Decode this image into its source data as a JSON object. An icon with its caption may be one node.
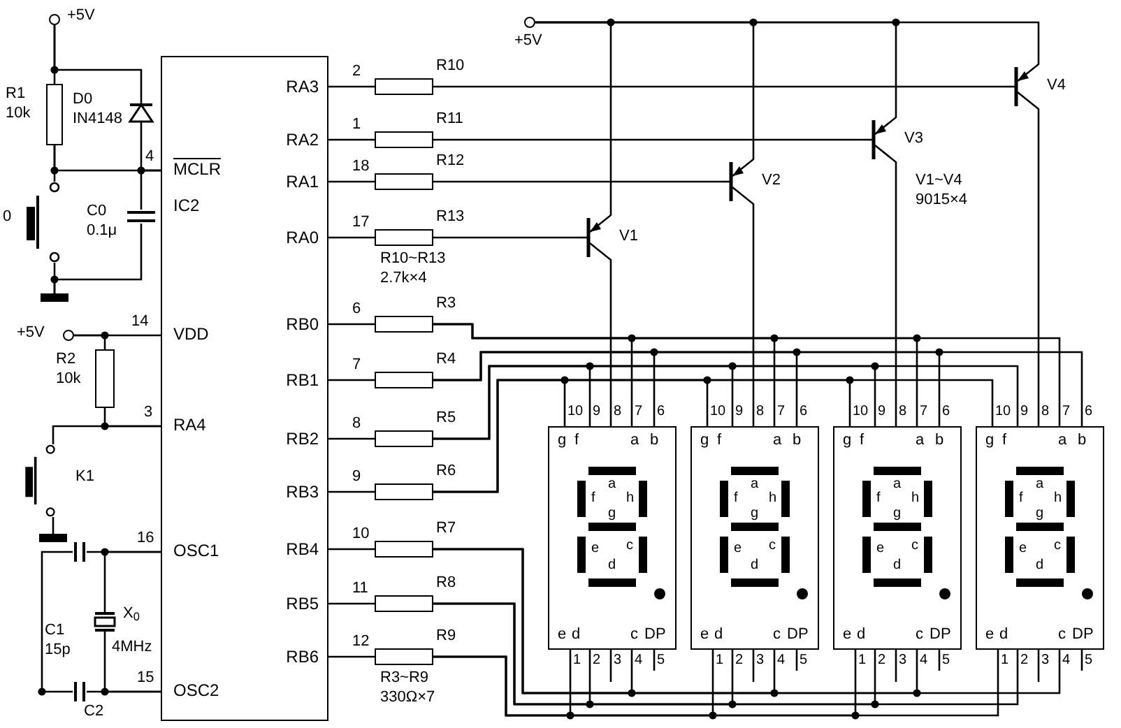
{
  "diagram": {
    "nodes": [
      {
        "text": [],
        "shape": "circle",
        "beside": [
          "+5V"
        ]
      },
      {
        "text": [],
        "shape": "resistor",
        "beside": [
          "R1",
          "10k"
        ]
      },
      {
        "text": [],
        "shape": "diode",
        "beside": [
          "D0",
          "IN4148"
        ]
      },
      {
        "text": [],
        "shape": "capacitor",
        "beside": [
          "C0",
          "0.1μ"
        ]
      },
      {
        "text": [],
        "shape": "switch",
        "beside": [
          "0"
        ]
      },
      {
        "text": [
          "MCLR",
          "IC2",
          "VDD",
          "RA4",
          "OSC1",
          "OSC2",
          "RA3",
          "RA2",
          "RA1",
          "RA0",
          "RB0",
          "RB1",
          "RB2",
          "RB3",
          "RB4",
          "RB5",
          "RB6"
        ]
      },
      {
        "text": [],
        "shape": "circle",
        "beside": [
          "+5V"
        ]
      },
      {
        "text": [],
        "shape": "resistor",
        "beside": [
          "R2",
          "10k"
        ]
      },
      {
        "text": [],
        "shape": "switch",
        "beside": [
          "K1"
        ]
      },
      {
        "text": [],
        "shape": "capacitor",
        "beside": [
          "C1",
          "15p"
        ]
      },
      {
        "text": [],
        "shape": "crystal",
        "beside": [
          "X$_{0}$",
          "4MHz"
        ]
      },
      {
        "text": [],
        "shape": "capacitor",
        "beside": [
          "C2"
        ]
      },
      {
        "text": [],
        "shape": "resistor",
        "beside": [
          "R10"
        ]
      },
      {
        "text": [],
        "shape": "resistor",
        "beside": [
          "R11"
        ]
      },
      {
        "text": [],
        "shape": "resistor",
        "beside": [
          "R12"
        ]
      },
      {
        "text": [],
        "shape": "resistor",
        "beside": [
          "R13"
        ]
      },
      {
        "text": [],
        "shape": "resistor",
        "beside": [
          "R3"
        ]
      },
      {
        "text": [],
        "shape": "resistor",
        "beside": [
          "R4"
        ]
      },
      {
        "text": [],
        "shape": "resistor",
        "beside": [
          "R5"
        ]
      },
      {
        "text": [],
        "shape": "resistor",
        "beside": [
          "R6"
        ]
      },
      {
        "text": [],
        "shape": "resistor",
        "beside": [
          "R7"
        ]
      },
      {
        "text": [],
        "shape": "resistor",
        "beside": [
          "R8"
        ]
      },
      {
        "text": [],
        "shape": "resistor",
        "beside": [
          "R9"
        ]
      },
      {
        "text": [],
        "shape": "circle",
        "beside": [
          "+5V"
        ]
      },
      {
        "text": [],
        "shape": "transistor",
        "beside": [
          "V1"
        ]
      },
      {
        "text": [],
        "shape": "transistor",
        "beside": [
          "V2"
        ]
      },
      {
        "text": [],
        "shape": "transistor",
        "beside": [
          "V3"
        ]
      },
      {
        "text": [],
        "shape": "transistor",
        "beside": [
          "V4"
        ]
      },
      {
        "text": [
          "g",
          "f",
          "a",
          "b",
          "a",
          "f",
          "h",
          "g",
          "e",
          "c",
          "d",
          "e",
          "d",
          "c",
          "DP"
        ],
        "beside": [
          "10",
          "9",
          "8",
          "7",
          "6",
          "1",
          "2",
          "3",
          "4",
          "5"
        ]
      },
      {
        "text": [
          "g",
          "f",
          "a",
          "b",
          "a",
          "f",
          "h",
          "g",
          "e",
          "c",
          "d",
          "e",
          "d",
          "c",
          "DP"
        ],
        "beside": [
          "10",
          "9",
          "8",
          "7",
          "6",
          "1",
          "2",
          "3",
          "4",
          "5"
        ]
      },
      {
        "text": [
          "g",
          "f",
          "a",
          "b",
          "a",
          "f",
          "h",
          "g",
          "e",
          "c",
          "d",
          "e",
          "d",
          "c",
          "DP"
        ],
        "beside": [
          "10",
          "9",
          "8",
          "7",
          "6",
          "1",
          "2",
          "3",
          "4",
          "5"
        ]
      },
      {
        "text": [
          "g",
          "f",
          "a",
          "b",
          "a",
          "f",
          "h",
          "g",
          "e",
          "c",
          "d",
          "e",
          "d",
          "c",
          "DP"
        ],
        "beside": [
          "10",
          "9",
          "8",
          "7",
          "6",
          "1",
          "2",
          "3",
          "4",
          "5"
        ]
      },
      {
        "text": [],
        "shape": "ground"
      },
      {
        "text": [],
        "shape": "ground"
      }
    ],
    "edges": [
      {
        "from": 0,
        "to": 1,
        "arrow": "none"
      },
      {
        "from": 0,
        "to": 2,
        "arrow": "none"
      },
      {
        "from": 1,
        "to": 5,
        "arrow": "none"
      },
      {
        "from": 2,
        "to": 5,
        "arrow": "none"
      },
      {
        "from": 3,
        "to": 5,
        "arrow": "none"
      },
      {
        "from": 1,
        "to": 4,
        "arrow": "none"
      },
      {
        "from": 4,
        "to": 32,
        "arrow": "none"
      },
      {
        "from": 3,
        "to": 32,
        "arrow": "none"
      },
      {
        "from": 6,
        "to": 5,
        "arrow": "none"
      },
      {
        "from": 6,
        "to": 7,
        "arrow": "none"
      },
      {
        "from": 7,
        "to": 5,
        "arrow": "none"
      },
      {
        "from": 8,
        "to": 5,
        "arrow": "none"
      },
      {
        "from": 8,
        "to": 33,
        "arrow": "none"
      },
      {
        "from": 9,
        "to": 5,
        "arrow": "none"
      },
      {
        "from": 10,
        "to": 5,
        "arrow": "none"
      },
      {
        "from": 10,
        "to": 5,
        "arrow": "none"
      },
      {
        "from": 11,
        "to": 5,
        "arrow": "none"
      },
      {
        "from": 9,
        "to": 11,
        "arrow": "none"
      },
      {
        "from": 5,
        "to": 12,
        "arrow": "none"
      },
      {
        "from": 5,
        "to": 13,
        "arrow": "none"
      },
      {
        "from": 5,
        "to": 14,
        "arrow": "none"
      },
      {
        "from": 5,
        "to": 15,
        "arrow": "none"
      },
      {
        "from": 5,
        "to": 16,
        "arrow": "none"
      },
      {
        "from": 5,
        "to": 17,
        "arrow": "none"
      },
      {
        "from": 5,
        "to": 18,
        "arrow": "none"
      },
      {
        "from": 5,
        "to": 19,
        "arrow": "none"
      },
      {
        "from": 5,
        "to": 20,
        "arrow": "none"
      },
      {
        "from": 5,
        "to": 21,
        "arrow": "none"
      },
      {
        "from": 5,
        "to": 22,
        "arrow": "none"
      },
      {
        "from": 12,
        "to": 27,
        "arrow": "none"
      },
      {
        "from": 13,
        "to": 26,
        "arrow": "none"
      },
      {
        "from": 14,
        "to": 25,
        "arrow": "none"
      },
      {
        "from": 15,
        "to": 24,
        "arrow": "none"
      },
      {
        "from": 23,
        "to": 24,
        "arrow": "none"
      },
      {
        "from": 23,
        "to": 25,
        "arrow": "none"
      },
      {
        "from": 23,
        "to": 26,
        "arrow": "none"
      },
      {
        "from": 23,
        "to": 27,
        "arrow": "none"
      },
      {
        "from": 24,
        "to": 28,
        "arrow": "none"
      },
      {
        "from": 25,
        "to": 29,
        "arrow": "none"
      },
      {
        "from": 26,
        "to": 30,
        "arrow": "none"
      },
      {
        "from": 27,
        "to": 31,
        "arrow": "none"
      },
      {
        "from": 16,
        "to": 28,
        "arrow": "none"
      },
      {
        "from": 16,
        "to": 29,
        "arrow": "none"
      },
      {
        "from": 16,
        "to": 30,
        "arrow": "none"
      },
      {
        "from": 16,
        "to": 31,
        "arrow": "none"
      },
      {
        "from": 17,
        "to": 28,
        "arrow": "none"
      },
      {
        "from": 17,
        "to": 29,
        "arrow": "none"
      },
      {
        "from": 17,
        "to": 30,
        "arrow": "none"
      },
      {
        "from": 17,
        "to": 31,
        "arrow": "none"
      },
      {
        "from": 18,
        "to": 28,
        "arrow": "none"
      },
      {
        "from": 18,
        "to": 29,
        "arrow": "none"
      },
      {
        "from": 18,
        "to": 30,
        "arrow": "none"
      },
      {
        "from": 18,
        "to": 31,
        "arrow": "none"
      },
      {
        "from": 19,
        "to": 28,
        "arrow": "none"
      },
      {
        "from": 19,
        "to": 29,
        "arrow": "none"
      },
      {
        "from": 19,
        "to": 30,
        "arrow": "none"
      },
      {
        "from": 19,
        "to": 31,
        "arrow": "none"
      },
      {
        "from": 20,
        "to": 28,
        "arrow": "none"
      },
      {
        "from": 20,
        "to": 29,
        "arrow": "none"
      },
      {
        "from": 20,
        "to": 30,
        "arrow": "none"
      },
      {
        "from": 20,
        "to": 31,
        "arrow": "none"
      },
      {
        "from": 21,
        "to": 28,
        "arrow": "none"
      },
      {
        "from": 21,
        "to": 29,
        "arrow": "none"
      },
      {
        "from": 21,
        "to": 30,
        "arrow": "none"
      },
      {
        "from": 21,
        "to": 31,
        "arrow": "none"
      },
      {
        "from": 22,
        "to": 28,
        "arrow": "none"
      },
      {
        "from": 22,
        "to": 29,
        "arrow": "none"
      },
      {
        "from": 22,
        "to": 30,
        "arrow": "none"
      },
      {
        "from": 22,
        "to": 31,
        "arrow": "none"
      }
    ],
    "labels": [
      "4",
      "14",
      "3",
      "16",
      "15",
      "2",
      "1",
      "18",
      "17",
      "6",
      "7",
      "8",
      "9",
      "10",
      "11",
      "12",
      "R10~R13",
      "2.7k×4",
      "V1~V4",
      "9015×4",
      "R3~R9",
      "330Ω×7"
    ]
  }
}
